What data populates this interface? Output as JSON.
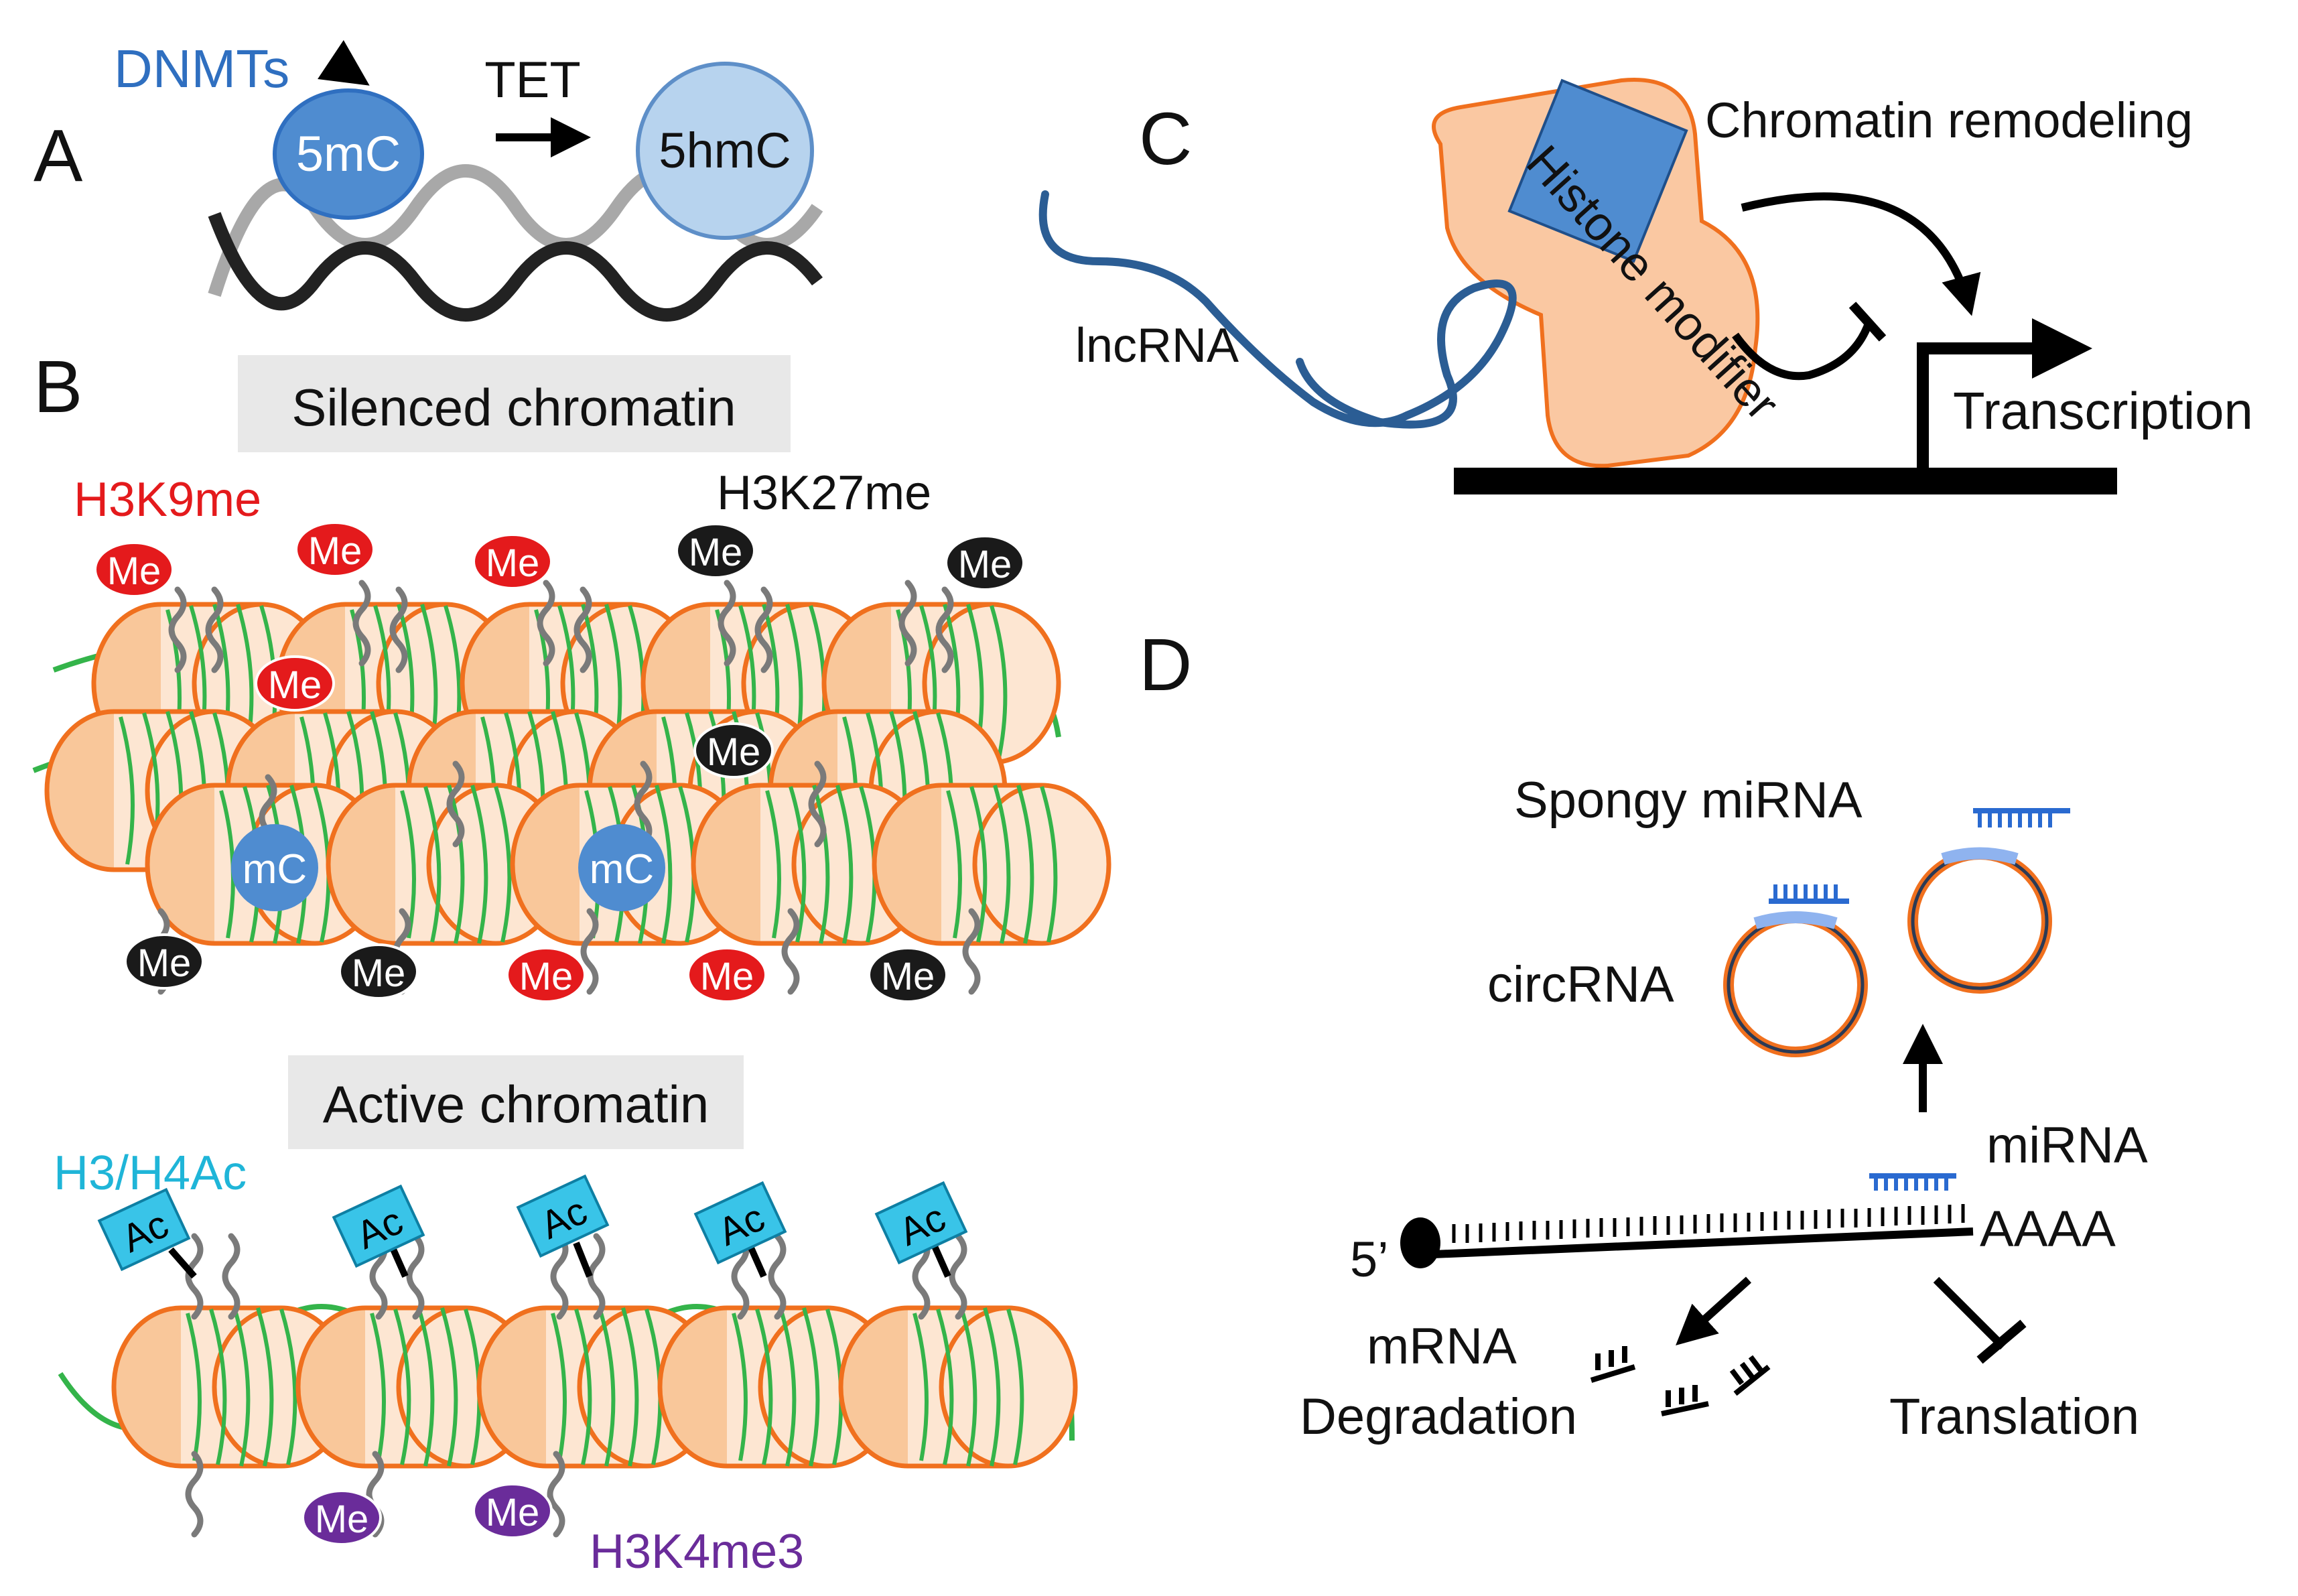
{
  "panels": {
    "a": {
      "letter": "A",
      "dnmts": "DNMTs",
      "tet": "TET",
      "five_mc": "5mC",
      "five_hmc": "5hmC"
    },
    "b": {
      "letter": "B",
      "silenced_title": "Silenced chromatin",
      "active_title": "Active chromatin",
      "h3k9me": "H3K9me",
      "h3k27me": "H3K27me",
      "h3h4ac": "H3/H4Ac",
      "h3k4me3": "H3K4me3",
      "me": "Me",
      "mc": "mC",
      "ac": "Ac"
    },
    "c": {
      "letter": "C",
      "chromatin_remodeling": "Chromatin remodeling",
      "histone_modifier": "Histone modifier",
      "lncrna": "lncRNA",
      "transcription": "Transcription"
    },
    "d": {
      "letter": "D",
      "spongy_mirna": "Spongy miRNA",
      "circrna": "circRNA",
      "mirna": "miRNA",
      "five_prime": "5’",
      "poly_a": "AAAA",
      "mrna": "mRNA",
      "degradation": "Degradation",
      "translation": "Translation"
    }
  },
  "colors": {
    "h3k9me_red": "#e41a1c",
    "dnmt_blue": "#2f6fc0",
    "h3h4ac_cyan": "#1fb5d8",
    "h3k4me3_purple": "#6a2c9a",
    "nucleosome_fill": "#f9c79a",
    "nucleosome_edge": "#f0701e",
    "dna_green": "#34b44a",
    "histone_modifier_fill": "#fac8a2",
    "mc_blue": "#4f8cd0",
    "hmc_blue": "#b7d3ee",
    "lncrna_blue": "#2b5d94"
  },
  "icons": [
    "me-mark",
    "ac-mark",
    "nucleosome",
    "circrna-ring",
    "inhibition-arrow"
  ]
}
